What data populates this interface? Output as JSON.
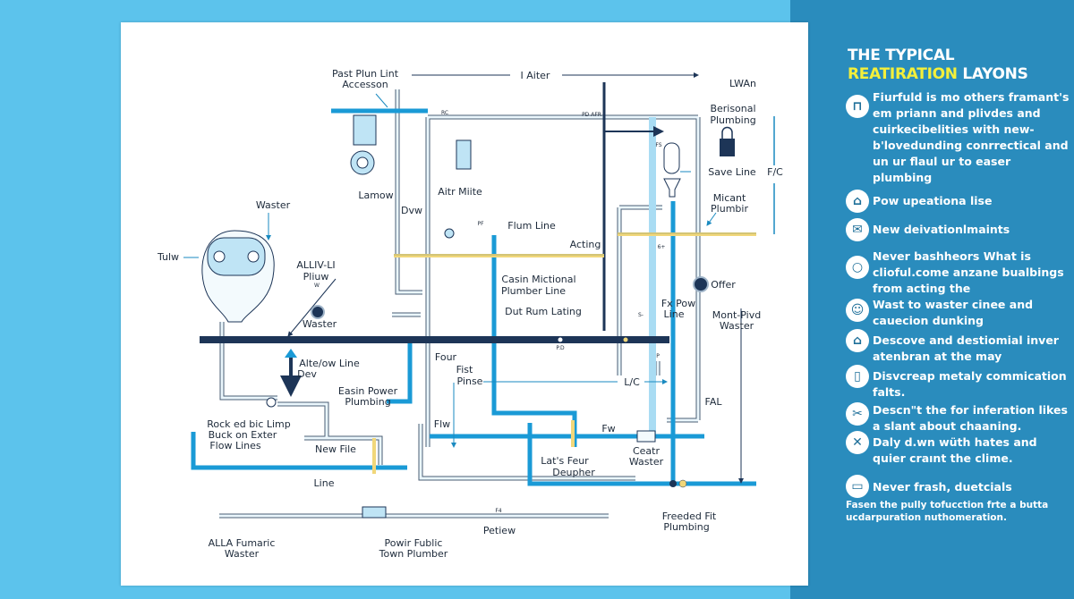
{
  "colors": {
    "background": "#5cc3ec",
    "panel": "#2a8cbd",
    "pipe_blue": "#1a9ad6",
    "pipe_dark": "#1d3557",
    "pipe_yellow": "#f1d77a",
    "highlight": "#f4ef3a"
  },
  "diagram": {
    "labels": {
      "past_plun_1": "Past Plun Lint",
      "past_plun_2": "Accesson",
      "aiter": "I Aiter",
      "lwan": "LWAn",
      "berisonal_1": "Berisonal",
      "berisonal_2": "Plumbing",
      "save_line": "Save Line",
      "fc": "F/C",
      "micant_1": "Micant",
      "micant_2": "Plumbir",
      "lamow": "Lamow",
      "dvw": "Dvw",
      "aitr_miite": "Aitr Miite",
      "pf": "PF",
      "flum_line": "Flum Line",
      "acting": "Acting",
      "waster_top": "Waster",
      "tulw": "Tulw",
      "alliv_1": "ALLIV-LI",
      "alliv_2": "Pliuw",
      "alliv_w": "W",
      "waster_mid": "Waster",
      "casin_1": "Casin Mictional",
      "casin_2": "Plumber Line",
      "dut_rum": "Dut Rum Lating",
      "pd": "P.D",
      "fxpow_1": "Fx Pow",
      "fxpow_2": "Line",
      "offer": "Offer",
      "mont_1": "Mont-Pivd",
      "mont_2": "Waster",
      "alte_1": "Alte/ow Line",
      "alte_2": "Dev",
      "easin_1": "Easin Power",
      "easin_2": "Plumbing",
      "four": "Four",
      "fist_1": "Fist",
      "fist_2": "Pinse",
      "lc": "L/C",
      "fal": "FAL",
      "rock_1": "Rock ed bic Limp",
      "rock_2": "Buck on Exter",
      "rock_3": "Flow Lines",
      "new_file": "New File",
      "line": "Line",
      "flw": "Flw",
      "fw": "Fw",
      "ceatr_1": "Ceatr",
      "ceatr_2": "Waster",
      "lats_1": "Lat's Feur",
      "lats_2": "Deupher",
      "alla_1": "ALLA Fumaric",
      "alla_2": "Waster",
      "powir_1": "Powir Fublic",
      "powir_2": "Town Plumber",
      "f4": "F4",
      "petiew": "Petiew",
      "freeded_1": "Freeded Fit",
      "freeded_2": "Plumbing",
      "rc": "RC",
      "pd_afr": "PD AFR",
      "fs": "FS",
      "six_plus": "6+",
      "s_minus": "S-",
      "p": "P"
    }
  },
  "sidebar": {
    "title_1": "THE",
    "title_2": "TYPICAL",
    "title_3": "REATIRATION",
    "title_4": "LAYONS",
    "items": [
      {
        "icon": "faucet-icon",
        "text": "Fiurfuld is mo others framant's em priann and plivdes and cuirkecibelities with new-b'lovedunding conrrectical and un ur flaul ur to easer plumbing"
      },
      {
        "icon": "house-icon",
        "text": "Pow upeationa lise"
      },
      {
        "icon": "mail-icon",
        "text": "New deivationlmaints"
      },
      {
        "icon": "drop-icon",
        "text": "Never bashheors What is clioful.come anzane bualbings from acting the"
      },
      {
        "icon": "user-icon",
        "text": "Wast to waster cinee and cauecion dunking"
      },
      {
        "icon": "home-icon",
        "text": "Descove and destiomial inver atenbran at the may"
      },
      {
        "icon": "devices-icon",
        "text": "Disvcreap metaly commication falts."
      },
      {
        "icon": "tools-icon",
        "text": "Descn\"t the for inferation likes a slant about chaaning."
      },
      {
        "icon": "close-icon",
        "text": "Daly d.wn wüth hates and quier craınt the clime."
      },
      {
        "icon": "cup-icon",
        "text": "Never frash, duetcials"
      }
    ],
    "footer": "Fasen the pully tofucction frte a butta ucdarpuration nuthomeration."
  }
}
